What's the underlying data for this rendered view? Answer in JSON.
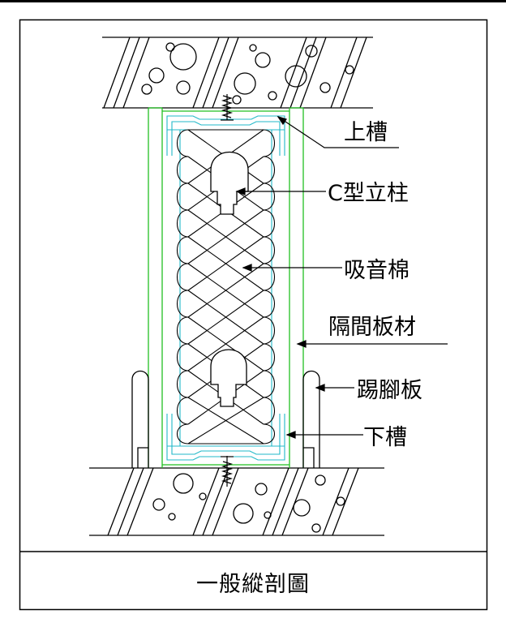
{
  "labels": {
    "top_track": "上槽",
    "c_stud": "C型立柱",
    "insulation": "吸音棉",
    "partition_board": "隔間板材",
    "skirting": "踢腳板",
    "bottom_track": "下槽"
  },
  "caption": "一般縱剖圖",
  "colors": {
    "line": "#000000",
    "board": "#22c022",
    "track": "#20b8c8",
    "background": "#ffffff"
  }
}
